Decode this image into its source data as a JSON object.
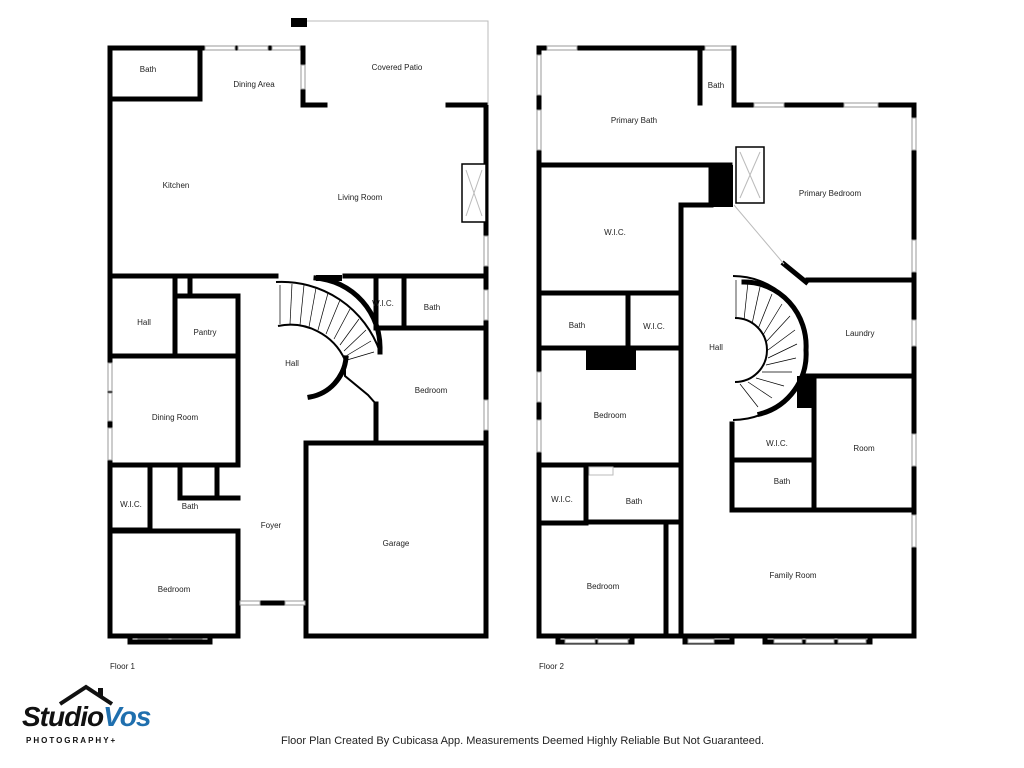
{
  "floor1": {
    "label": "Floor 1",
    "rooms": {
      "bath_top": "Bath",
      "dining_area": "Dining Area",
      "covered_patio": "Covered Patio",
      "kitchen": "Kitchen",
      "living_room": "Living Room",
      "hall_left": "Hall",
      "pantry": "Pantry",
      "hall_center": "Hall",
      "wic_center": "W.I.C.",
      "bath_center": "Bath",
      "bedroom_right": "Bedroom",
      "dining_room": "Dining Room",
      "wic_left": "W.I.C.",
      "bath_left": "Bath",
      "foyer": "Foyer",
      "garage": "Garage",
      "bedroom_bottom": "Bedroom"
    }
  },
  "floor2": {
    "label": "Floor 2",
    "rooms": {
      "bath_top": "Bath",
      "primary_bath": "Primary Bath",
      "primary_bedroom": "Primary Bedroom",
      "wic_top": "W.I.C.",
      "hall": "Hall",
      "laundry": "Laundry",
      "bath_left": "Bath",
      "wic_mid": "W.I.C.",
      "bedroom_mid": "Bedroom",
      "wic_right": "W.I.C.",
      "room": "Room",
      "bath_right": "Bath",
      "wic_bottom": "W.I.C.",
      "bath_bottom": "Bath",
      "bedroom_bottom": "Bedroom",
      "family_room": "Family Room"
    }
  },
  "logo": {
    "brand_studio": "Studio",
    "brand_vos": "Vos",
    "tagline": "PHOTOGRAPHY+"
  },
  "disclaimer": "Floor Plan Created By Cubicasa App. Measurements Deemed Highly Reliable But Not Guaranteed."
}
